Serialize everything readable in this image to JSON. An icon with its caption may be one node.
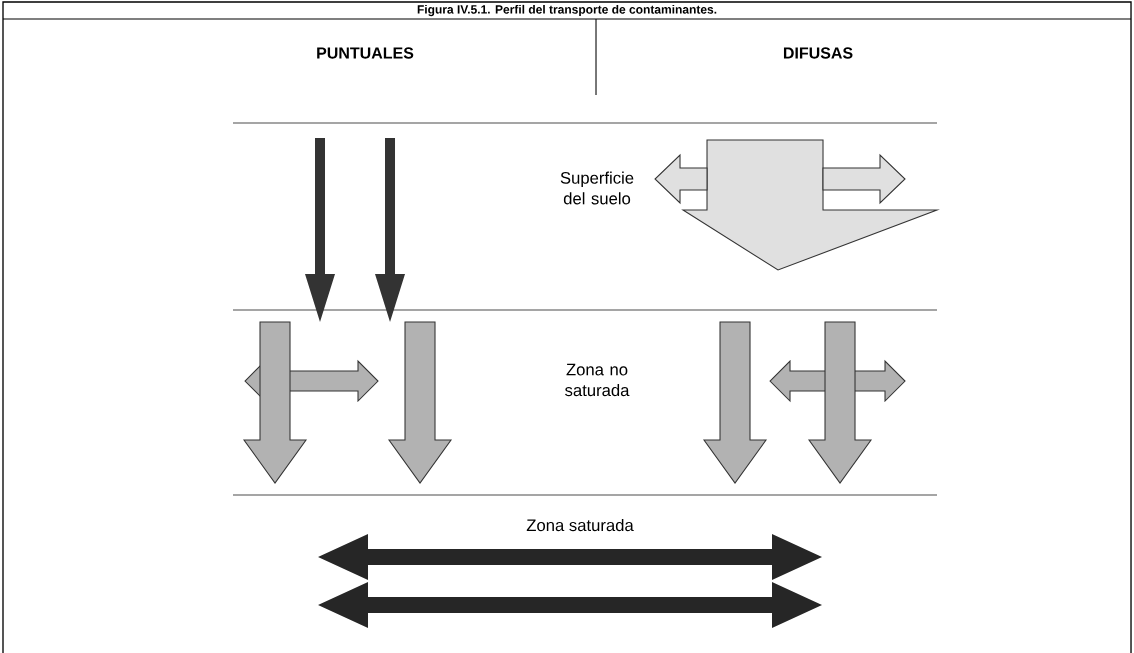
{
  "diagram": {
    "title": "Figura IV.5.1. Perfil del transporte de contaminantes.",
    "labels": [
      "PUNTUALES",
      "DIFUSAS",
      "Superficie del suelo",
      "Zona no saturada",
      "Zona saturada"
    ]
  }
}
